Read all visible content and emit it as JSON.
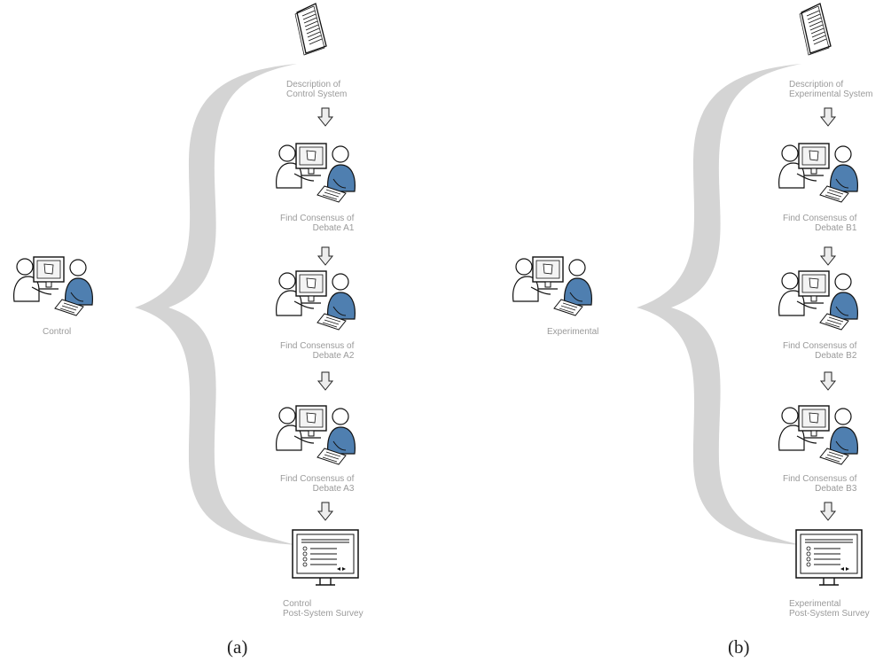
{
  "colors": {
    "brace": "#d4d4d4",
    "person_fill": "#4f7fb0",
    "label": "#9a9a9a",
    "arrow_fill": "#ededed"
  },
  "panel_a": {
    "group_label": "Control",
    "steps": [
      {
        "icon": "document-icon",
        "line1": "Description of",
        "line2": "Control System"
      },
      {
        "icon": "collaboration-icon",
        "line1": "Find Consensus of",
        "line2": "Debate A1"
      },
      {
        "icon": "collaboration-icon",
        "line1": "Find Consensus of",
        "line2": "Debate A2"
      },
      {
        "icon": "collaboration-icon",
        "line1": "Find Consensus of",
        "line2": "Debate A3"
      },
      {
        "icon": "survey-monitor-icon",
        "line1": "Control",
        "line2": "Post-System Survey"
      }
    ],
    "caption": "(a)"
  },
  "panel_b": {
    "group_label": "Experimental",
    "steps": [
      {
        "icon": "document-icon",
        "line1": "Description of",
        "line2": "Experimental System"
      },
      {
        "icon": "collaboration-icon",
        "line1": "Find Consensus of",
        "line2": "Debate B1"
      },
      {
        "icon": "collaboration-icon",
        "line1": "Find Consensus of",
        "line2": "Debate B2"
      },
      {
        "icon": "collaboration-icon",
        "line1": "Find Consensus of",
        "line2": "Debate B3"
      },
      {
        "icon": "survey-monitor-icon",
        "line1": "Experimental",
        "line2": "Post-System Survey"
      }
    ],
    "caption": "(b)"
  }
}
